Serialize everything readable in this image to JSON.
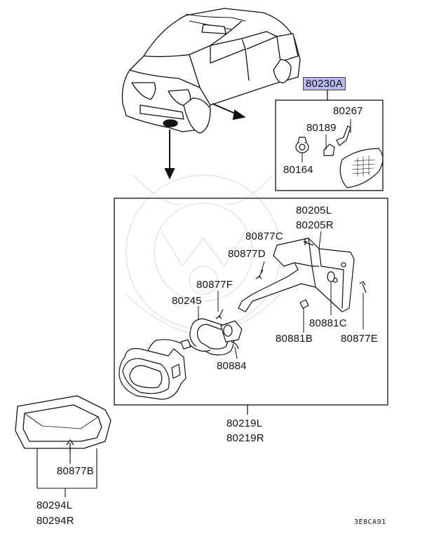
{
  "labels": {
    "p80230A": "80230A",
    "p80267": "80267",
    "p80189": "80189",
    "p80164": "80164",
    "p80205L": "80205L",
    "p80205R": "80205R",
    "p80877C": "80877C",
    "p80877D": "80877D",
    "p80877F": "80877F",
    "p80245": "80245",
    "p80881C": "80881C",
    "p80881B": "80881B",
    "p80877E": "80877E",
    "p80884": "80884",
    "p80219L": "80219L",
    "p80219R": "80219R",
    "p80877B": "80877B",
    "p80294L": "80294L",
    "p80294R": "80294R"
  },
  "diagram_code": "3E8CA91",
  "colors": {
    "highlight": "#b9b9f2",
    "line": "#111111"
  }
}
